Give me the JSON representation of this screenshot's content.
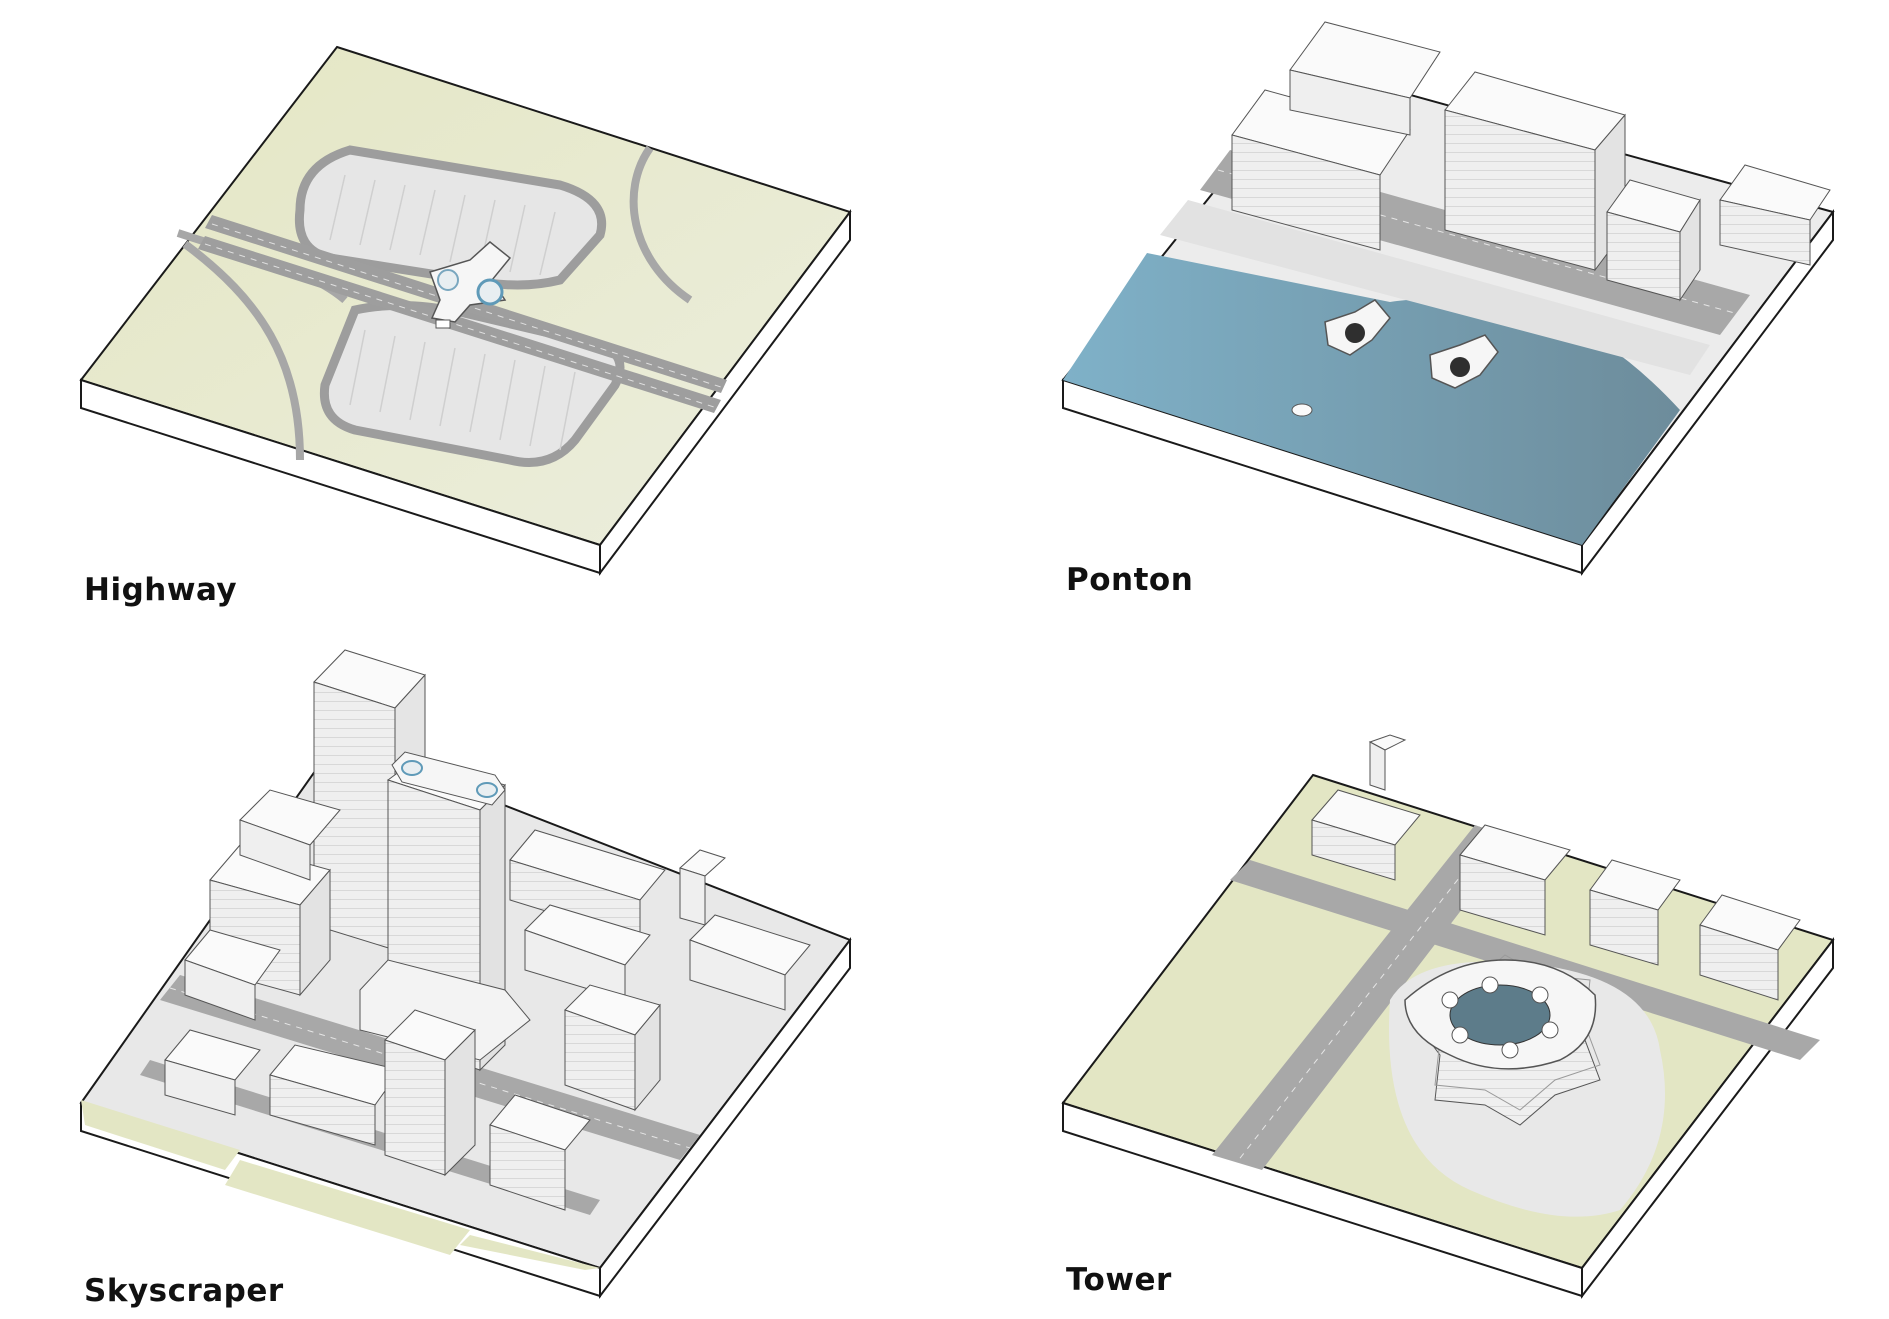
{
  "panels": {
    "highway": {
      "label": "Highway"
    },
    "ponton": {
      "label": "Ponton"
    },
    "skyscraper": {
      "label": "Skyscraper"
    },
    "tower": {
      "label": "Tower"
    }
  },
  "colors": {
    "grass": "#e3e6c4",
    "road": "#a9a9a9",
    "parking": "#e4e4e4",
    "water": "#6f9db2",
    "building": "#efefef",
    "outline": "#1a1a1a"
  }
}
